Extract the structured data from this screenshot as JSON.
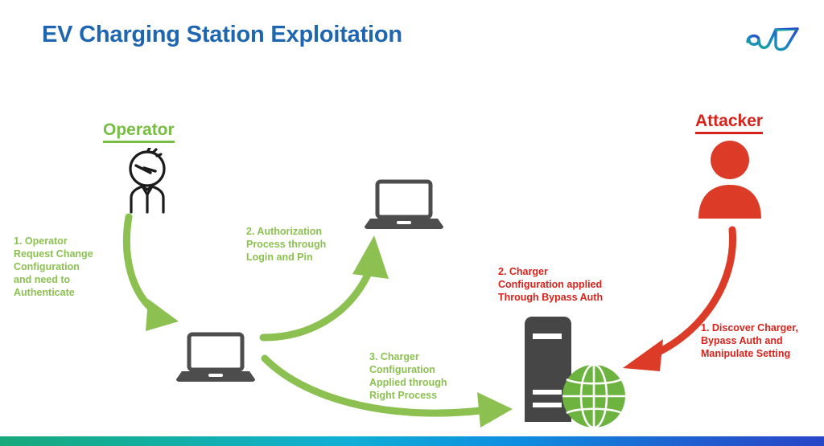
{
  "slide": {
    "title": "EV Charging Station Exploitation",
    "background_color": "#ffffff"
  },
  "logo": {
    "name": "company-wave-logo",
    "gradient_from": "#16A596",
    "gradient_to": "#2A45C8"
  },
  "actors": {
    "operator": {
      "label": "Operator",
      "color": "#77BC43",
      "icon": "person-outline-icon"
    },
    "attacker": {
      "label": "Attacker",
      "color": "#D8231C",
      "icon": "person-solid-icon"
    }
  },
  "devices": {
    "laptop_top": {
      "name": "auth-laptop",
      "icon": "laptop-icon",
      "color": "#4D4D4D"
    },
    "laptop_bottom": {
      "name": "operator-laptop",
      "icon": "laptop-icon",
      "color": "#4D4D4D"
    },
    "server": {
      "name": "charger-server",
      "icon": "server-tower-icon",
      "color": "#464646"
    },
    "globe": {
      "name": "network-globe",
      "icon": "globe-icon",
      "color": "#6CB33F"
    }
  },
  "flows": {
    "green_color": "#8CC152",
    "red_color": "#D8231C",
    "steps": [
      {
        "id": "green-1",
        "color": "green",
        "text": "1. Operator\nRequest Change\nConfiguration\nand need to\nAuthenticate"
      },
      {
        "id": "green-2",
        "color": "green",
        "text": "2. Authorization\nProcess through\nLogin and Pin"
      },
      {
        "id": "green-3",
        "color": "green",
        "text": "3. Charger\nConfiguration\nApplied through\nRight Process"
      },
      {
        "id": "red-2",
        "color": "red",
        "text": "2. Charger\nConfiguration applied\nThrough Bypass Auth"
      },
      {
        "id": "red-1",
        "color": "red",
        "text": "1. Discover Charger,\nBypass Auth and\nManipulate Setting"
      }
    ]
  },
  "bottom_bar": {
    "name": "brand-gradient-bar",
    "from": "#18A97B",
    "to": "#2A45C8"
  }
}
